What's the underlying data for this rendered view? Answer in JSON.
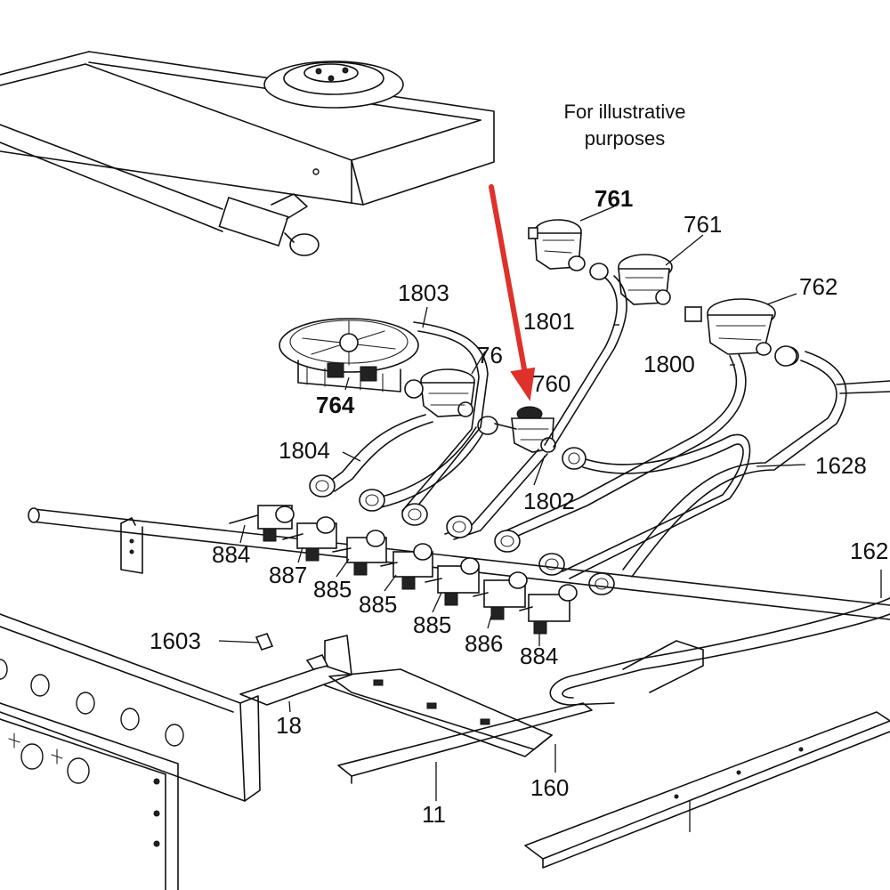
{
  "note": {
    "line1": "For illustrative",
    "line2": "purposes"
  },
  "highlight_arrow_color": "#e0302a",
  "callouts": {
    "c761a": "761",
    "c761b": "761",
    "c762": "762",
    "c1803": "1803",
    "c76": "76",
    "c760": "760",
    "c1801": "1801",
    "c1800": "1800",
    "c764": "764",
    "c1804": "1804",
    "c1628": "1628",
    "c1802": "1802",
    "c162": "162",
    "c884a": "884",
    "c887": "887",
    "c885a": "885",
    "c885b": "885",
    "c885c": "885",
    "c886": "886",
    "c884b": "884",
    "c1603": "1603",
    "c18": "18",
    "c160": "160",
    "c11": "11"
  }
}
